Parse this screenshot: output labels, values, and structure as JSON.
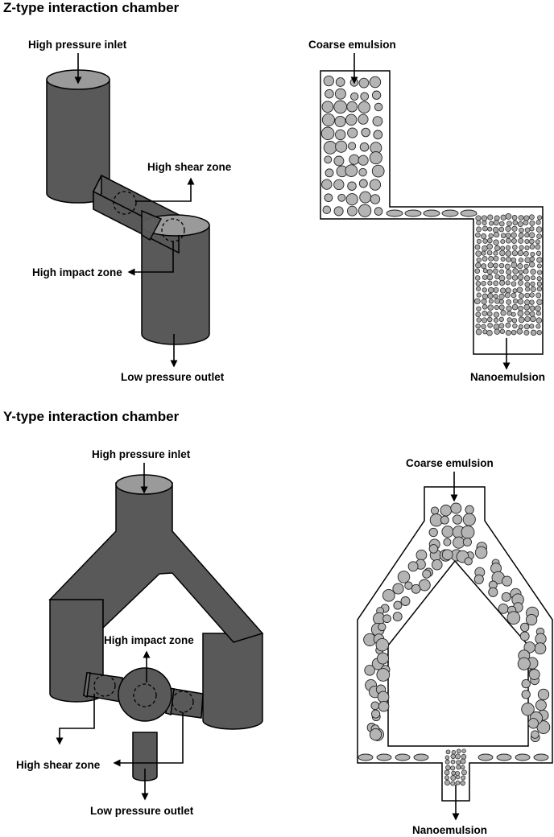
{
  "z_chamber": {
    "title": "Z-type interaction chamber",
    "labels": {
      "inlet": "High pressure inlet",
      "shear": "High shear zone",
      "impact": "High impact zone",
      "outlet": "Low pressure outlet",
      "coarse": "Coarse emulsion",
      "nano": "Nanoemulsion"
    }
  },
  "y_chamber": {
    "title": "Y-type interaction chamber",
    "labels": {
      "inlet": "High pressure inlet",
      "impact": "High impact zone",
      "shear": "High shear zone",
      "outlet": "Low pressure outlet",
      "coarse": "Coarse emulsion",
      "nano": "Nanoemulsion"
    }
  },
  "colors": {
    "body": "#595959",
    "top": "#9a9a9a",
    "droplet": "#b4b4b4"
  }
}
